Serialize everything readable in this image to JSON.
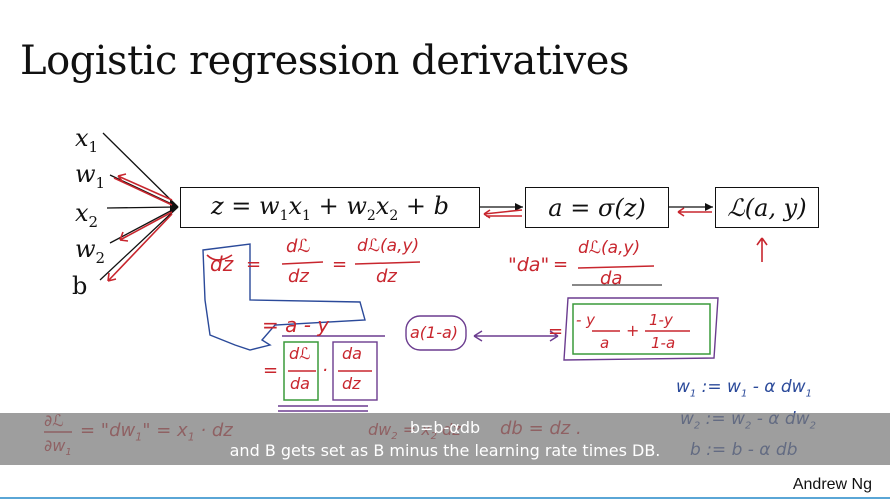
{
  "slide": {
    "title": "Logistic regression derivatives",
    "inputs": [
      "x1",
      "w1",
      "x2",
      "w2",
      "b"
    ],
    "boxes": {
      "z": "z = w1x1 + w2x2 + b",
      "a": "a = σ(z)",
      "loss": "ℒ(a, y)"
    },
    "handwriting": {
      "dz_def": "dz = dℒ/dz = dℒ(a,y)/dz",
      "da_def": "\"da\" = dℒ(a,y)/da",
      "dz_value": "= a - y",
      "chain": "= dℒ/da · da/dz",
      "a_term": "a(1-a)",
      "da_value": "= -y/a + 1-y/1-a",
      "dw1": "∂ℒ/∂w1 = \"dw1\" = x1·dz",
      "dw2": "dw2 = x2 dz",
      "db": "db = dz",
      "update_w1": "w1 := w1 - α dw1",
      "update_w2": "w2 := w2 - α dw2",
      "update_b": "b := b - α db"
    },
    "author": "Andrew Ng"
  },
  "captions": {
    "line1": "b=b-αdb",
    "line2": "and B gets set as B minus the learning rate times DB."
  }
}
